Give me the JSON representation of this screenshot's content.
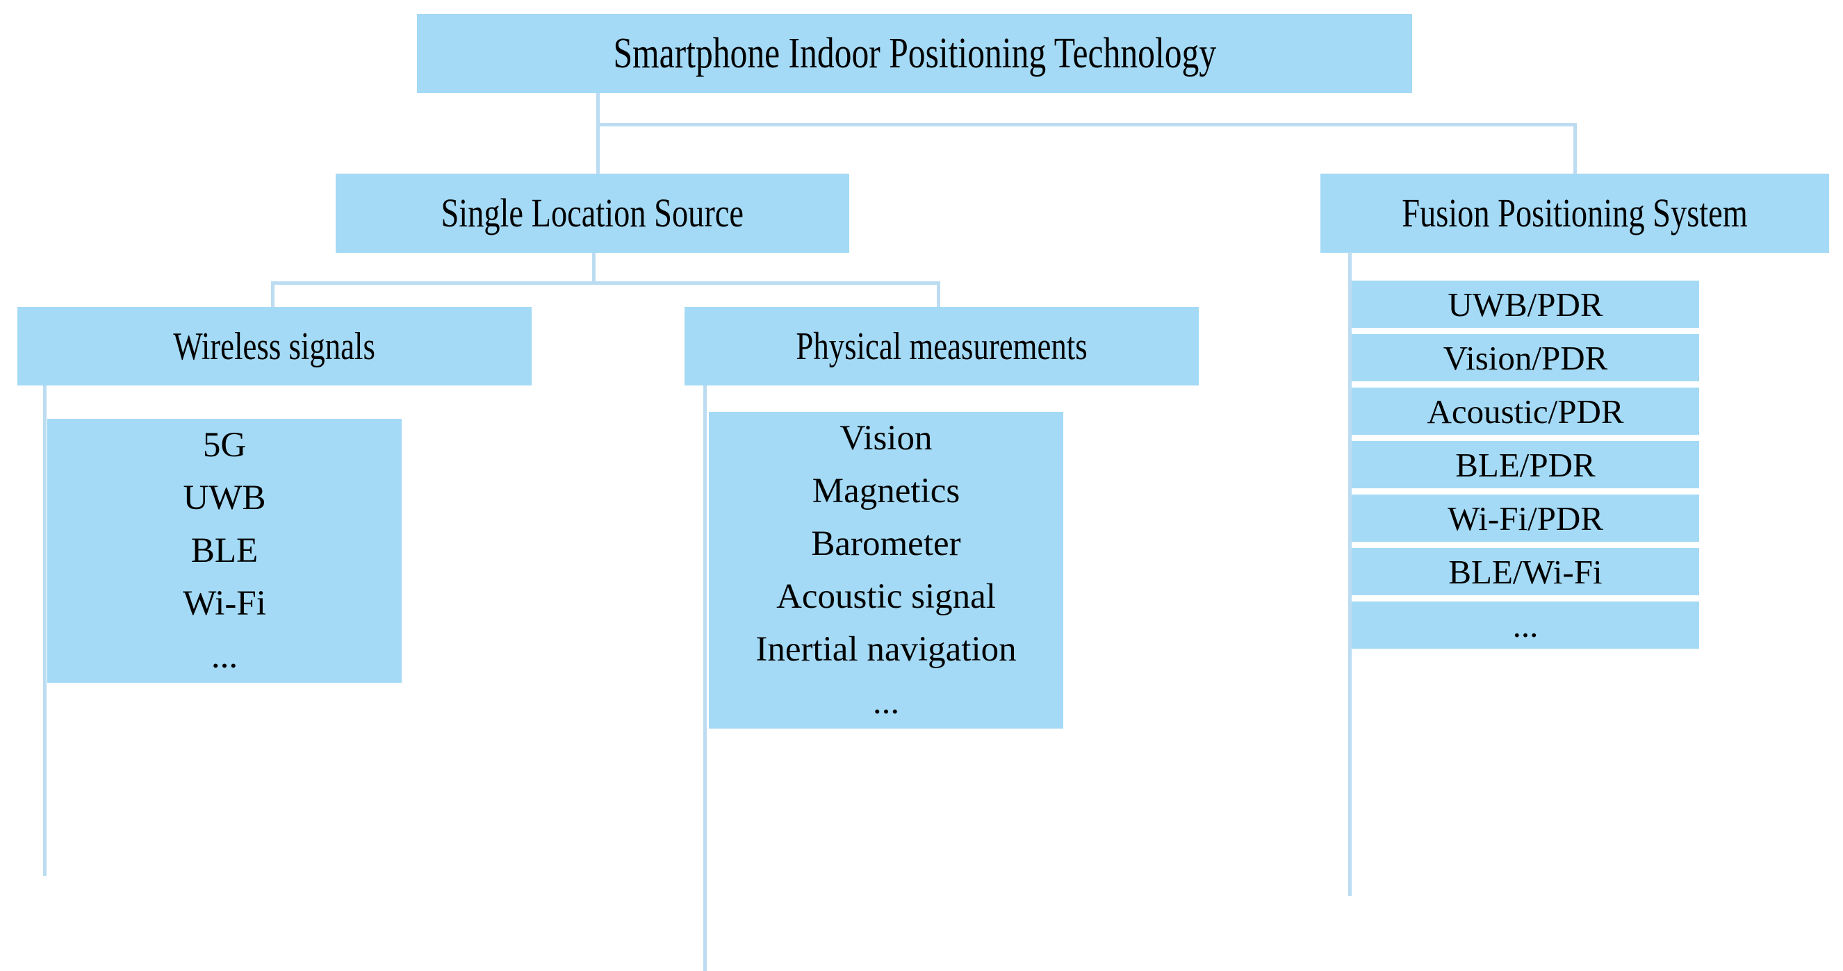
{
  "diagram": {
    "title": "Smartphone Indoor Positioning Technology",
    "accent_color": "#a4daf5",
    "connector_color": "#bcdcf2",
    "background_color": "#ffffff",
    "root": {
      "label": "Smartphone Indoor Positioning Technology"
    },
    "branches": [
      {
        "label": "Single Location Source",
        "children": [
          {
            "label": "Wireless signals",
            "items": [
              "5G",
              "UWB",
              "BLE",
              "Wi-Fi",
              "..."
            ]
          },
          {
            "label": "Physical measurements",
            "items": [
              "Vision",
              "Magnetics",
              "Barometer",
              "Acoustic signal",
              "Inertial navigation",
              "..."
            ]
          }
        ]
      },
      {
        "label": "Fusion Positioning System",
        "items": [
          "UWB/PDR",
          "Vision/PDR",
          "Acoustic/PDR",
          "BLE/PDR",
          "Wi-Fi/PDR",
          "BLE/Wi-Fi",
          "..."
        ]
      }
    ]
  }
}
